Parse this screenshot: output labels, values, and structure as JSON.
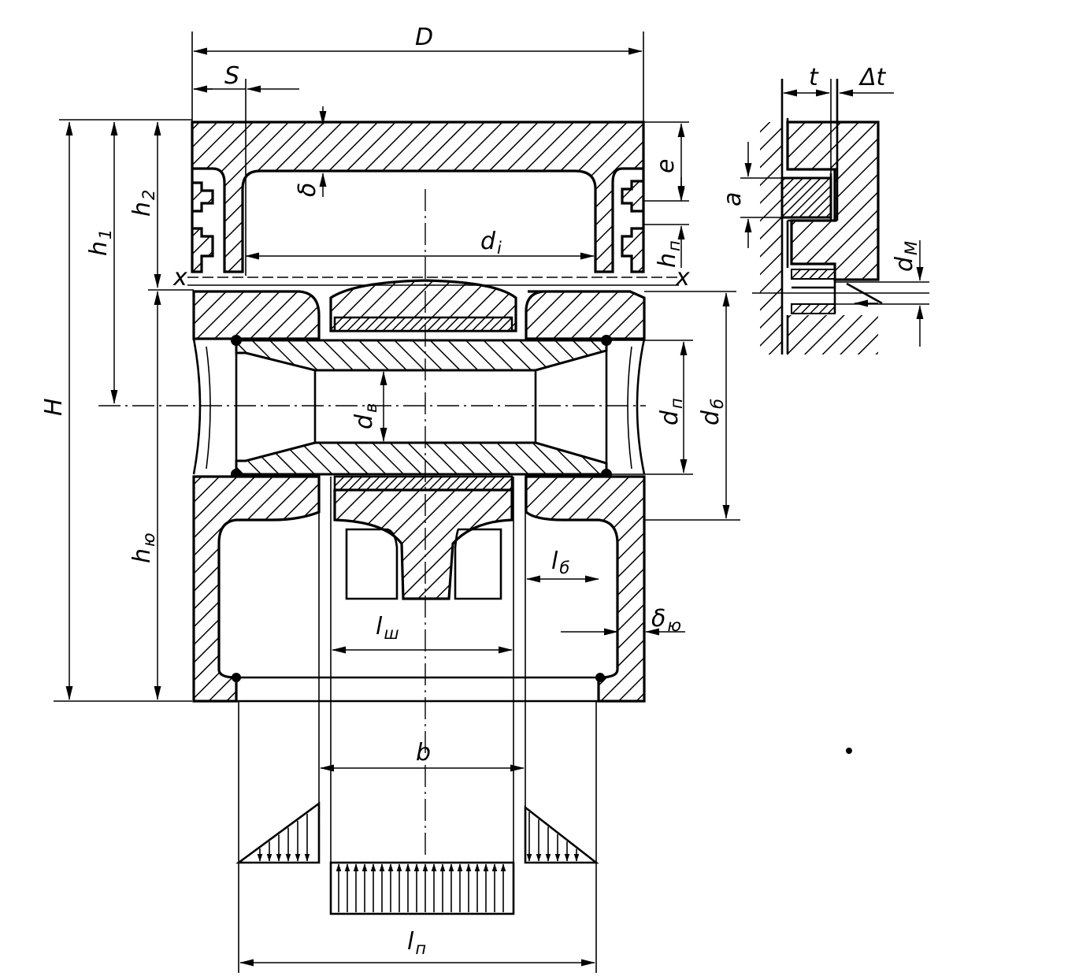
{
  "diagram": {
    "labels": {
      "D": "D",
      "S": "S",
      "delta": "δ",
      "e": "e",
      "h2": "h",
      "h2_sub": "2",
      "h1": "h",
      "h1_sub": "1",
      "H": "H",
      "di": "d",
      "di_sub": "i",
      "hp": "h",
      "hp_sub": "п",
      "x_left": "x",
      "x_right": "x",
      "dv": "d",
      "dv_sub": "в",
      "dp": "d",
      "dp_sub": "п",
      "db": "d",
      "db_sub": "б",
      "hyu": "h",
      "hyu_sub": "ю",
      "lb": "l",
      "lb_sub": "б",
      "deltayu": "δ",
      "deltayu_sub": "ю",
      "lsh": "l",
      "lsh_sub": "ш",
      "b": "b",
      "lp": "l",
      "lp_sub": "п"
    },
    "inset": {
      "t": "t",
      "delta_t": "Δt",
      "a": "a",
      "dm": "d",
      "dm_sub": "М"
    }
  }
}
